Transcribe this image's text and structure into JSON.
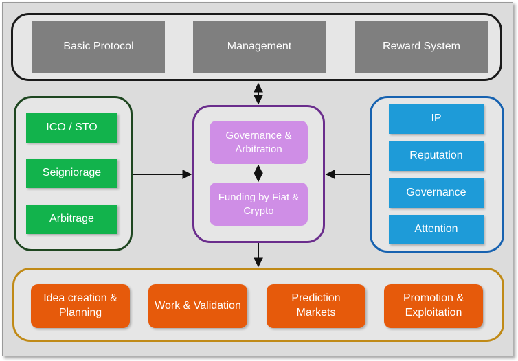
{
  "top": [
    "Basic Protocol",
    "Management",
    "Reward System"
  ],
  "left": [
    "ICO / STO",
    "Seigniorage",
    "Arbitrage"
  ],
  "center": [
    "Governance & Arbitration",
    "Funding by Fiat & Crypto"
  ],
  "right": [
    "IP",
    "Reputation",
    "Governance",
    "Attention"
  ],
  "bottom": [
    "Idea creation & Planning",
    "Work & Validation",
    "Prediction Markets",
    "Promotion & Exploitation"
  ],
  "colors": {
    "top_border": "#1a1a1a",
    "left_border": "#1e4620",
    "center_border": "#6a2d8c",
    "right_border": "#1762b0",
    "bottom_border": "#c08a17",
    "gray": "#7f7f7f",
    "green": "#12b34c",
    "blue": "#1e9bd8",
    "purple": "#cf8ee6",
    "orange": "#e65a0b"
  }
}
